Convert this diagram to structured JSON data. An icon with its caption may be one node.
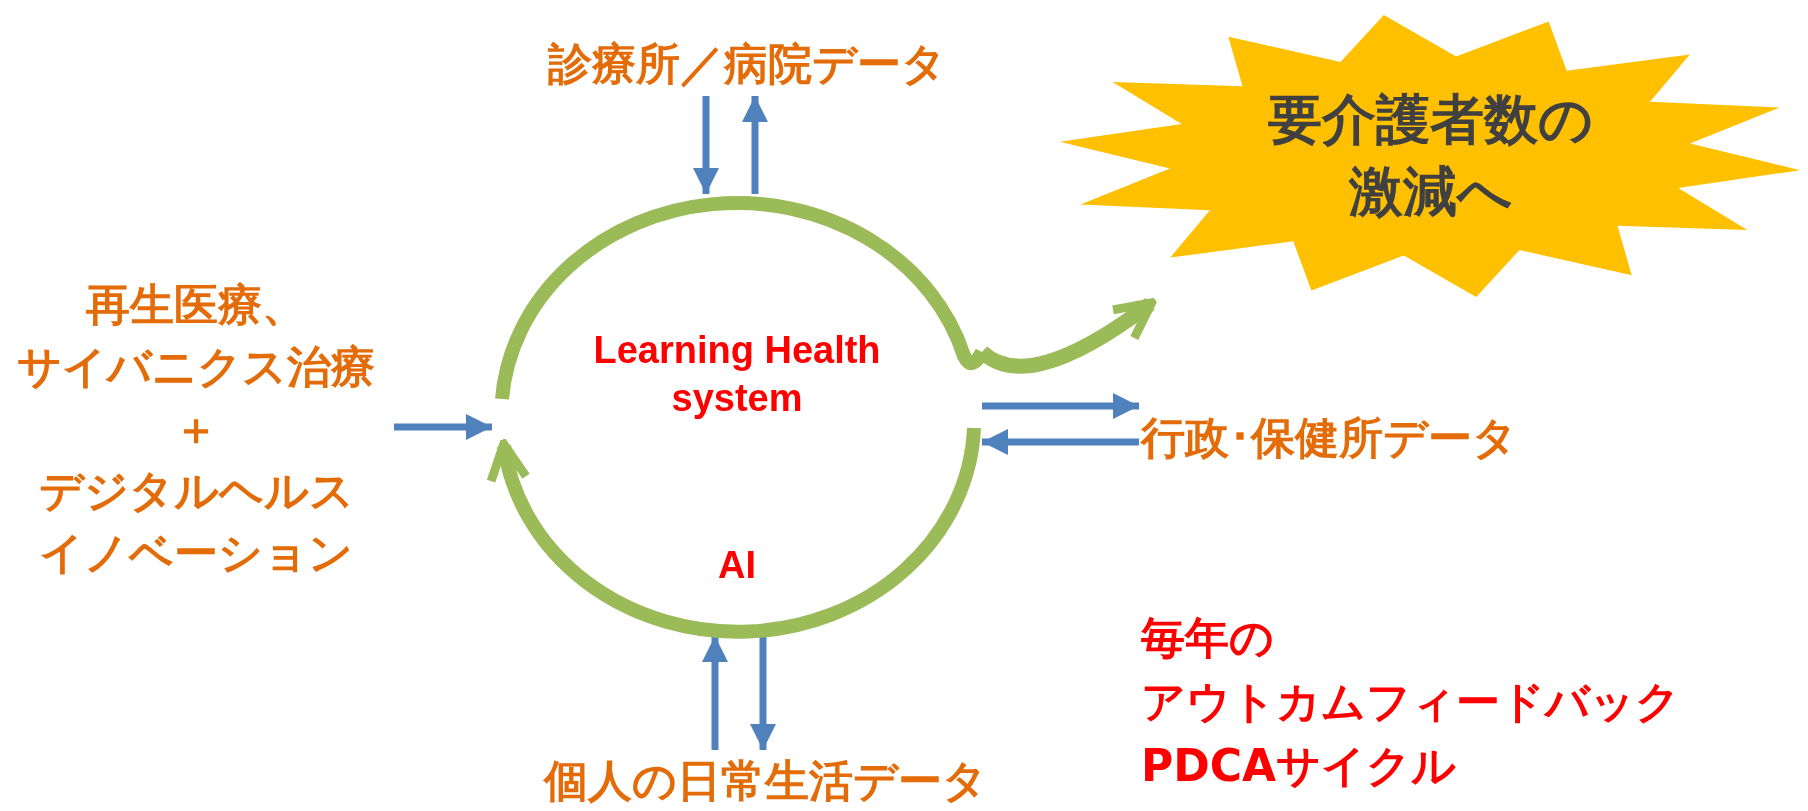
{
  "diagram": {
    "nodes": [
      {
        "text": [
          "診療所／病院データ"
        ]
      },
      {
        "text": [
          "再生医療、",
          "サイバニクス治療",
          "＋",
          "デジタルヘルス",
          "イノベーション"
        ]
      },
      {
        "text": [
          "Learning Health system",
          "AI"
        ]
      },
      {
        "text": [
          "行政･保健所データ"
        ]
      },
      {
        "text": [
          "個人の日常生活データ"
        ]
      },
      {
        "text": [
          "要介護者数の激減へ"
        ]
      }
    ],
    "edges": [
      {
        "from": 0,
        "to": 2,
        "arrow": "to"
      },
      {
        "from": 2,
        "to": 0,
        "arrow": "to"
      },
      {
        "from": 1,
        "to": 2,
        "arrow": "to"
      },
      {
        "from": 2,
        "to": 3,
        "arrow": "to"
      },
      {
        "from": 3,
        "to": 2,
        "arrow": "to"
      },
      {
        "from": 4,
        "to": 2,
        "arrow": "to"
      },
      {
        "from": 2,
        "to": 4,
        "arrow": "to"
      },
      {
        "from": 2,
        "to": 5,
        "arrow": "to",
        "style": "thick",
        "color": "#9bbb59"
      }
    ],
    "labels": [
      "毎年の",
      "アウトカムフィードバック",
      "PDCAサイクル"
    ]
  }
}
